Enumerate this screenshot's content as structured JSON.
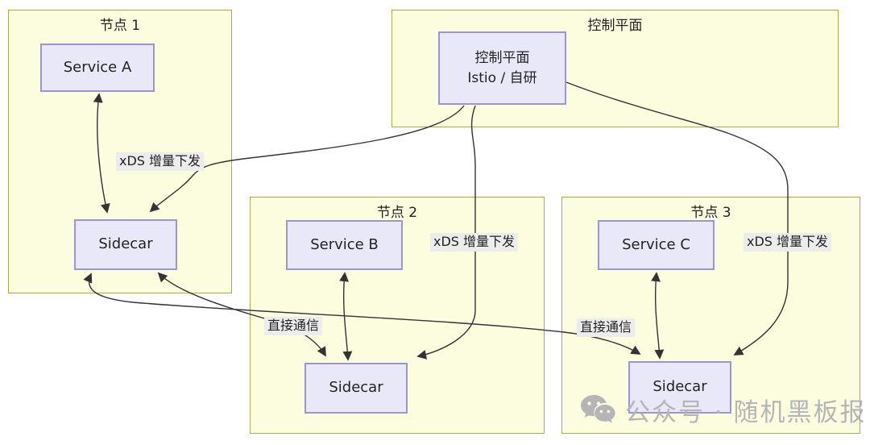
{
  "diagram": {
    "node1": {
      "title": "节点 1",
      "service_label": "Service A",
      "sidecar_label": "Sidecar"
    },
    "control_plane": {
      "title": "控制平面",
      "box_title": "控制平面",
      "box_subtitle": "Istio / 自研"
    },
    "node2": {
      "title": "节点 2",
      "service_label": "Service B",
      "sidecar_label": "Sidecar"
    },
    "node3": {
      "title": "节点 3",
      "service_label": "Service C",
      "sidecar_label": "Sidecar"
    },
    "edge_labels": {
      "xds_node1": "xDS 增量下发",
      "xds_node2": "xDS 增量下发",
      "xds_node3": "xDS 增量下发",
      "direct_node2": "直接通信",
      "direct_node3": "直接通信"
    }
  },
  "watermark": {
    "icon": "wechat-icon",
    "text": "公众号 · 随机黑板报"
  },
  "colors": {
    "node_fill": "#fcfcdf",
    "node_border": "#abab4a",
    "box_fill": "#e9e8f9",
    "box_border": "#9d94d0",
    "edge": "#333333",
    "edge_label_bg": "#ececec",
    "watermark": "#b5b5b5"
  }
}
